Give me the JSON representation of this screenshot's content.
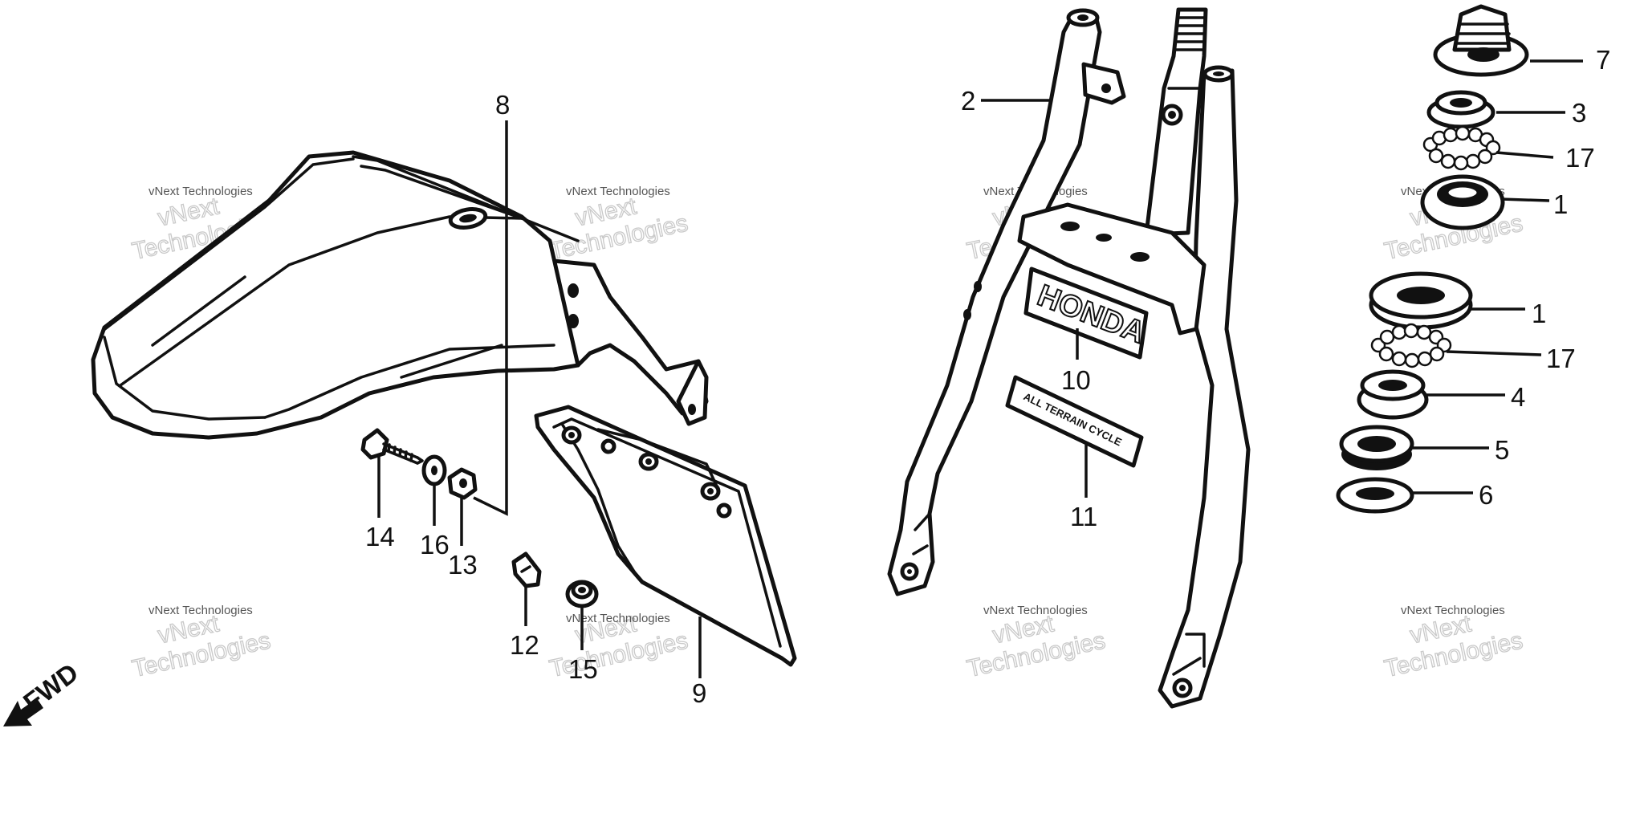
{
  "watermark": {
    "line1": "vNext",
    "line2": "Technologies",
    "small": "vNext Technologies"
  },
  "fwd_label": "FWD",
  "decals": {
    "honda": "HONDA",
    "atc": "ALL TERRAIN CYCLE"
  },
  "callouts": {
    "c1a": "1",
    "c1b": "1",
    "c2": "2",
    "c3": "3",
    "c4": "4",
    "c5": "5",
    "c6": "6",
    "c7": "7",
    "c8": "8",
    "c9": "9",
    "c10": "10",
    "c11": "11",
    "c12": "12",
    "c13": "13",
    "c14": "14",
    "c15": "15",
    "c16": "16",
    "c17a": "17",
    "c17b": "17"
  }
}
